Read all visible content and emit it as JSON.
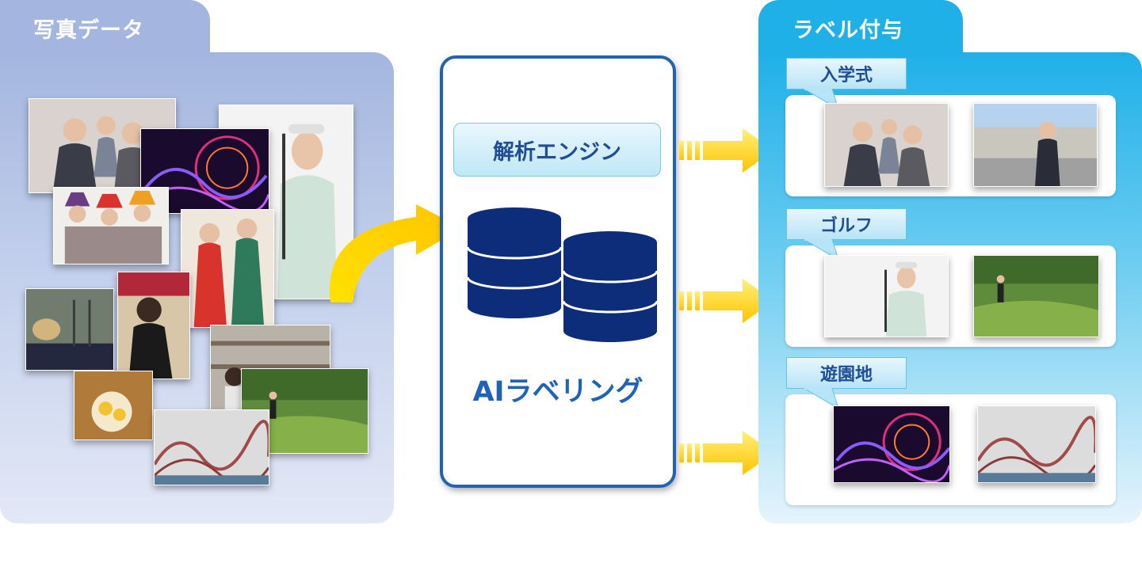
{
  "left_panel": {
    "title": "写真データ"
  },
  "engine": {
    "label": "解析エンジン",
    "ai_label": "AIラベリング"
  },
  "right_panel": {
    "title": "ラベル付与",
    "categories": [
      {
        "label": "入学式"
      },
      {
        "label": "ゴルフ"
      },
      {
        "label": "遊園地"
      }
    ]
  },
  "colors": {
    "left_panel": "#a4b6df",
    "right_panel": "#1fb0e8",
    "engine_border": "#1f63b6",
    "database": "#0d2d7a",
    "arrow": "#ffd200"
  }
}
